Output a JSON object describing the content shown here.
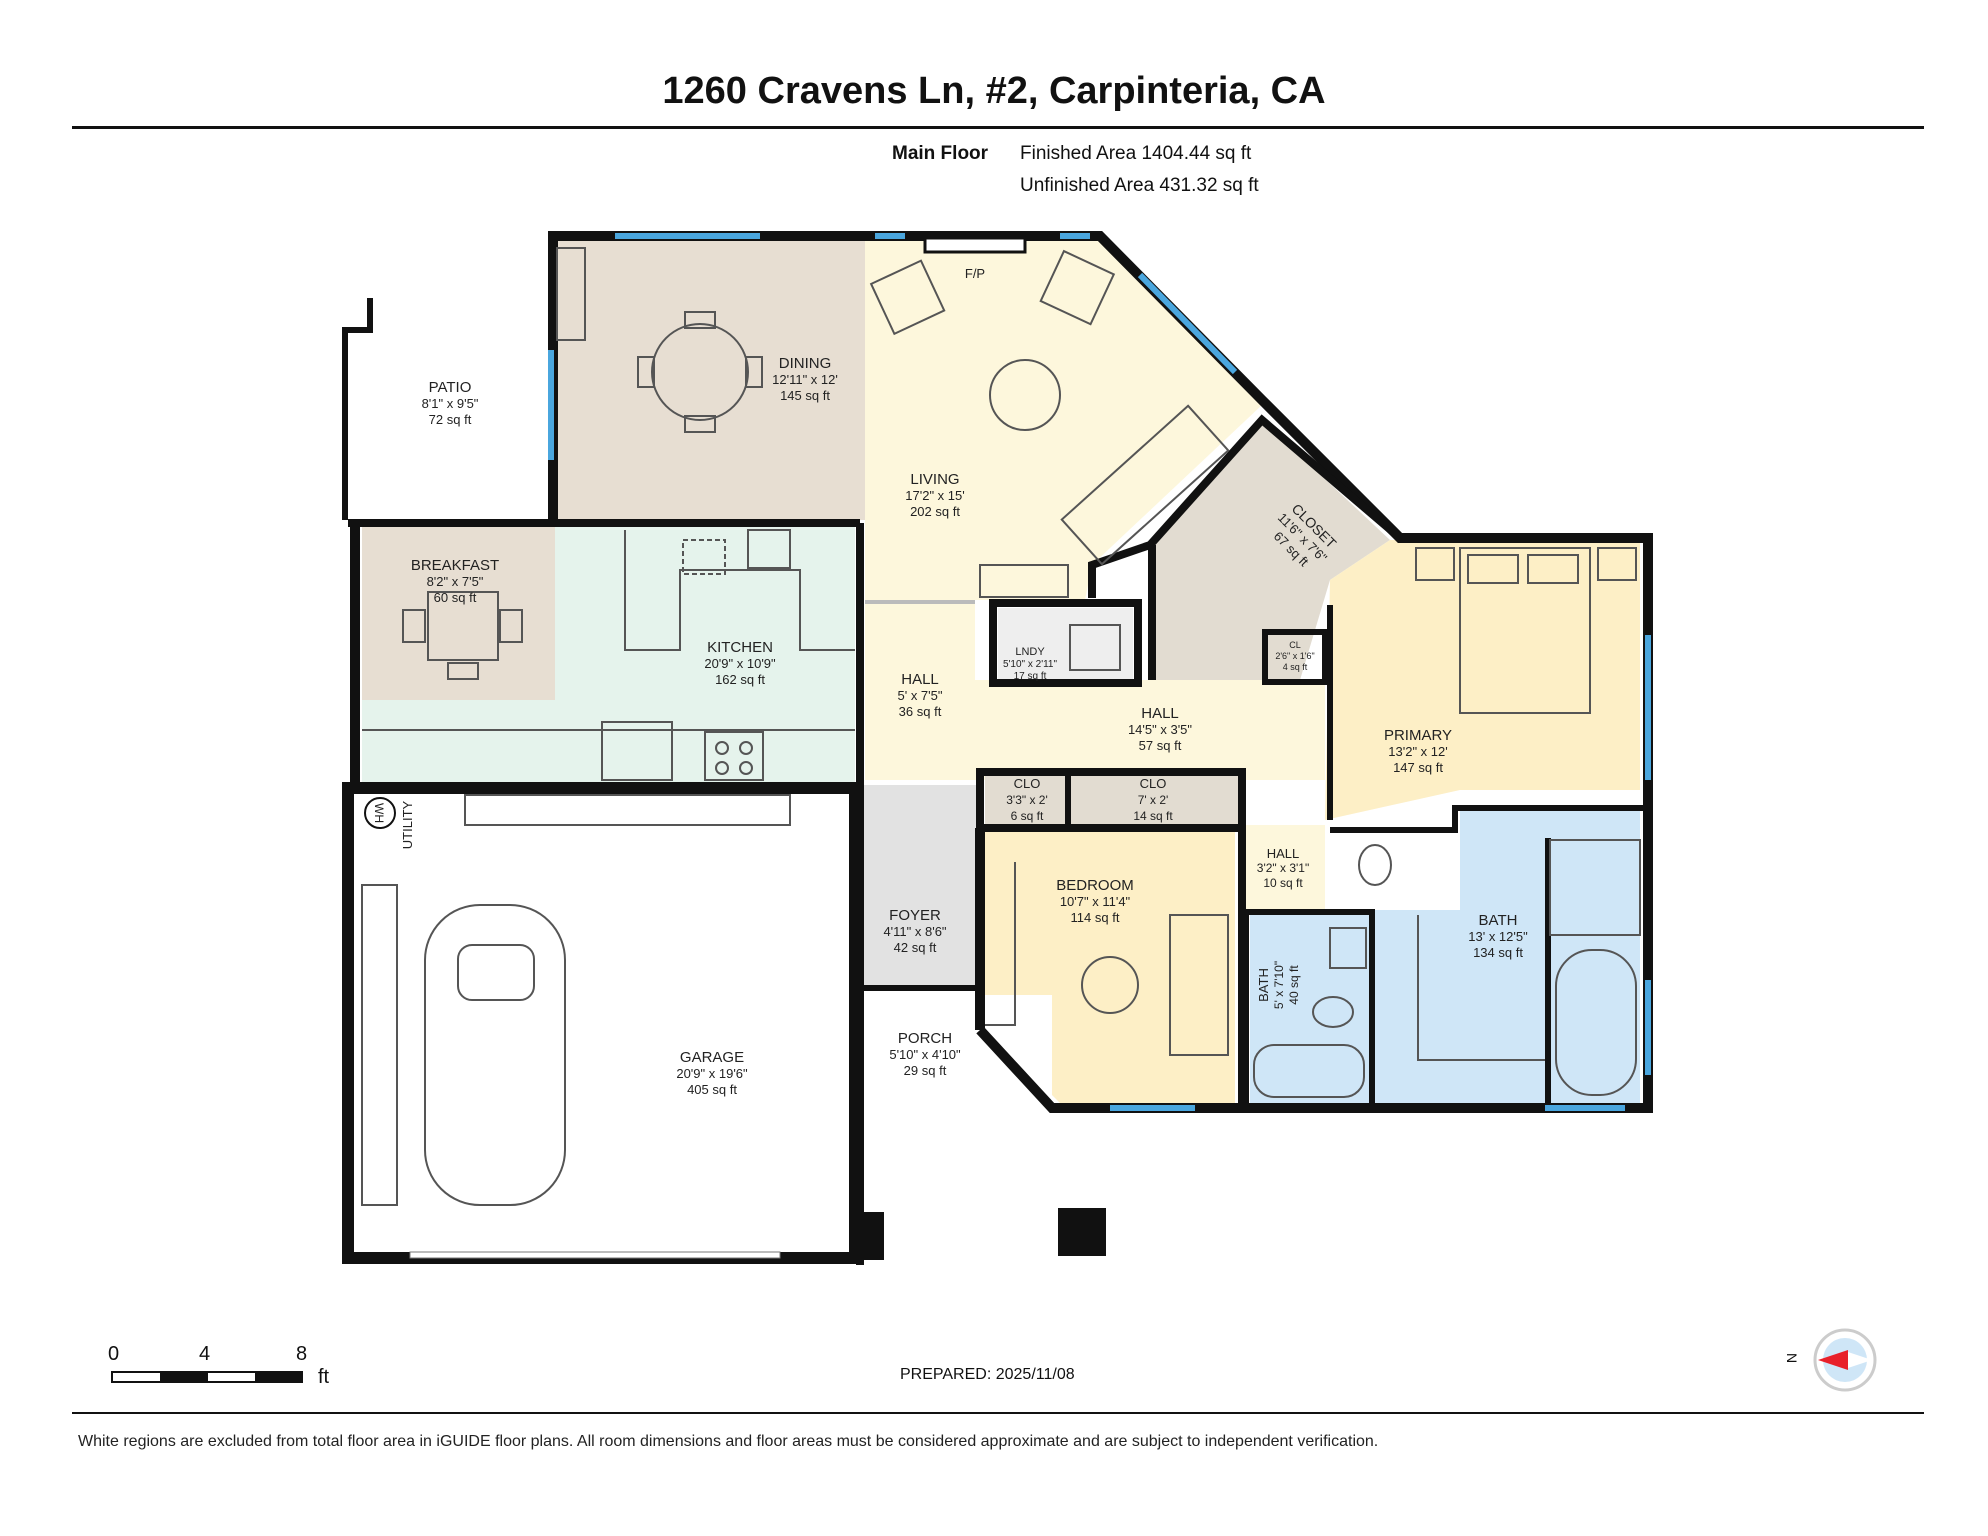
{
  "header": {
    "title": "1260 Cravens Ln, #2, Carpinteria, CA"
  },
  "summary": {
    "floor": "Main Floor",
    "finished": "Finished Area 1404.44 sq ft",
    "unfinished": "Unfinished Area 431.32 sq ft"
  },
  "rooms": {
    "patio": {
      "name": "PATIO",
      "dims": "8'1\" x 9'5\"",
      "area": "72 sq ft"
    },
    "dining": {
      "name": "DINING",
      "dims": "12'11\" x 12'",
      "area": "145 sq ft"
    },
    "living": {
      "name": "LIVING",
      "dims": "17'2\" x 15'",
      "area": "202 sq ft"
    },
    "fireplace": {
      "name": "F/P"
    },
    "closet": {
      "name": "CLOSET",
      "dims": "11'6\" x 7'6\"",
      "area": "67 sq ft"
    },
    "breakfast": {
      "name": "BREAKFAST",
      "dims": "8'2\" x 7'5\"",
      "area": "60 sq ft"
    },
    "kitchen": {
      "name": "KITCHEN",
      "dims": "20'9\" x 10'9\"",
      "area": "162 sq ft"
    },
    "hall1": {
      "name": "HALL",
      "dims": "5' x 7'5\"",
      "area": "36 sq ft"
    },
    "laundry": {
      "name": "LNDY",
      "dims": "5'10\" x 2'11\"",
      "area": "17 sq ft"
    },
    "hall2": {
      "name": "HALL",
      "dims": "14'5\" x 3'5\"",
      "area": "57 sq ft"
    },
    "cl_small": {
      "name": "CL",
      "dims": "2'6\" x 1'6\"",
      "area": "4 sq ft"
    },
    "primary": {
      "name": "PRIMARY",
      "dims": "13'2\" x 12'",
      "area": "147 sq ft"
    },
    "clo1": {
      "name": "CLO",
      "dims": "3'3\" x 2'",
      "area": "6 sq ft"
    },
    "clo2": {
      "name": "CLO",
      "dims": "7' x 2'",
      "area": "14 sq ft"
    },
    "hall3": {
      "name": "HALL",
      "dims": "3'2\" x 3'1\"",
      "area": "10 sq ft"
    },
    "utility": {
      "name": "UTILITY",
      "wh": "WH"
    },
    "foyer": {
      "name": "FOYER",
      "dims": "4'11\" x 8'6\"",
      "area": "42 sq ft"
    },
    "bedroom": {
      "name": "BEDROOM",
      "dims": "10'7\" x 11'4\"",
      "area": "114 sq ft"
    },
    "bath_small": {
      "name": "BATH",
      "dims": "5' x 7'10\"",
      "area": "40 sq ft"
    },
    "bath_primary": {
      "name": "BATH",
      "dims": "13' x 12'5\"",
      "area": "134 sq ft"
    },
    "porch": {
      "name": "PORCH",
      "dims": "5'10\" x 4'10\"",
      "area": "29 sq ft"
    },
    "garage": {
      "name": "GARAGE",
      "dims": "20'9\" x 19'6\"",
      "area": "405 sq ft"
    }
  },
  "scale": {
    "t0": "0",
    "t4": "4",
    "t8": "8",
    "unit": "ft"
  },
  "compass": {
    "label": "N"
  },
  "footer": {
    "prepared": "PREPARED: 2025/11/08",
    "disclaimer": "White regions are excluded from total floor area in iGUIDE floor plans. All room dimensions and floor areas must be considered approximate and are subject to independent verification."
  },
  "colors": {
    "dining": "#e7ded2",
    "living": "#fdf7dc",
    "kitchen": "#e5f3ec",
    "primary": "#fdefc6",
    "bath": "#cfe6f7",
    "foyer": "#e2e2e2",
    "wall": "#111111",
    "window": "#4aa6de"
  }
}
